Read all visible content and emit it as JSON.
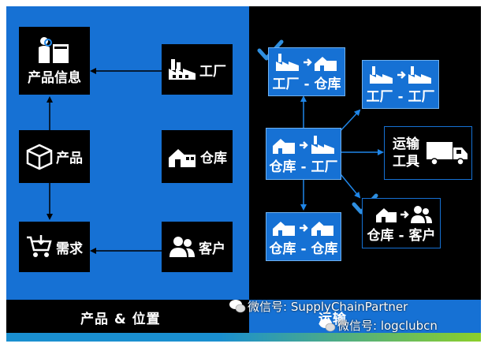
{
  "left_panel": {
    "nodes": {
      "product_info": "产品信息",
      "factory": "工厂",
      "product": "产品",
      "warehouse": "仓库",
      "demand": "需求",
      "customer": "客户"
    },
    "footer_label": "产品 & 位置"
  },
  "right_panel": {
    "nodes": {
      "factory_warehouse": "工厂 - 仓库",
      "factory_factory": "工厂 - 工厂",
      "warehouse_factory": "仓库 - 工厂",
      "transport_line1": "运输",
      "transport_line2": "工具",
      "warehouse_warehouse": "仓库 - 仓库",
      "warehouse_customer": "仓库 - 客户"
    },
    "footer_label": "运输"
  },
  "watermarks": {
    "line1": "微信号: SupplyChainPartner",
    "line2": "微信号: logclubcn"
  },
  "colors": {
    "panel_blue": "#1671d4",
    "panel_black": "#000000",
    "check": "#2f8fe0"
  }
}
